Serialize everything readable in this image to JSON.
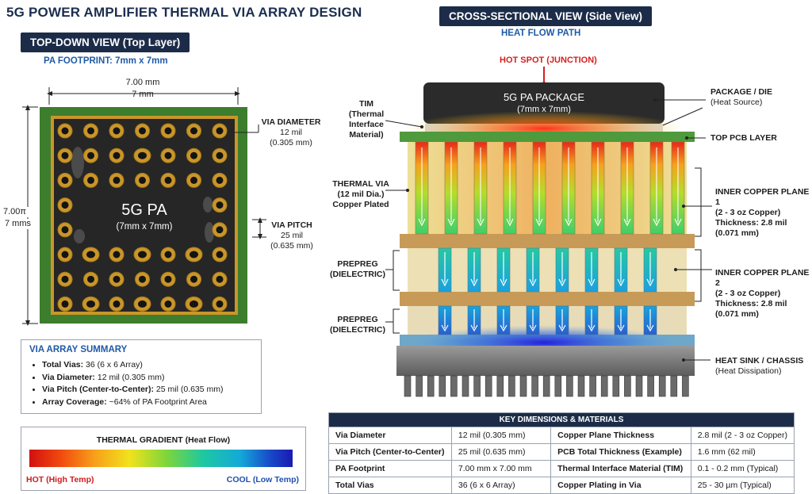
{
  "title": "5G POWER AMPLIFIER THERMAL VIA ARRAY DESIGN",
  "top_view": {
    "header": "TOP-DOWN VIEW (Top Layer)",
    "footprint": "PA FOOTPRINT: 7mm x 7mm",
    "dim_width_1": "7.00 mm",
    "dim_width_2": "7 mm",
    "dim_height_1": "7.00π",
    "dim_height_2": "7 mms",
    "pa_label": "5G PA",
    "pa_size": "(7mm x 7mm)",
    "via_diameter": [
      "VIA DIAMETER",
      "12 mil",
      "(0.305 mm)"
    ],
    "via_pitch": [
      "VIA PITCH",
      "25 mil",
      "(0.635 mm)"
    ],
    "colors": {
      "pcb": "#3d7d2e",
      "copper": "#c9962a",
      "package": "#262626"
    }
  },
  "summary": {
    "title": "VIA ARRAY SUMMARY",
    "items": [
      {
        "key": "Total Vias:",
        "val": " 36 (6 x 6 Array)"
      },
      {
        "key": "Via Diameter:",
        "val": " 12 mil (0.305 mm)"
      },
      {
        "key": "Via Pitch (Center-to-Center):",
        "val": " 25 mil (0.635 mm)"
      },
      {
        "key": "Array Coverage:",
        "val": " ~64% of PA Footprint Area"
      }
    ]
  },
  "gradient": {
    "title": "THERMAL GRADIENT (Heat Flow)",
    "hot": "HOT (High Temp)",
    "cool": "COOL (Low Temp)"
  },
  "cross_view": {
    "header": "CROSS-SECTIONAL VIEW (Side View)",
    "subheader": "HEAT FLOW PATH",
    "hotspot": "HOT SPOT (JUNCTION)",
    "package_label": "5G PA PACKAGE",
    "package_size": "(7mm x 7mm)",
    "labels": {
      "tim": [
        "TIM",
        "(Thermal",
        "Interface",
        "Material)"
      ],
      "thermal_via": [
        "THERMAL VIA",
        "(12 mil Dia.)",
        "Copper Plated"
      ],
      "prepreg1": [
        "PREPREG",
        "(DIELECTRIC)"
      ],
      "prepreg2": [
        "PREPREG",
        "(DIELECTRIC)"
      ],
      "package_die": [
        "PACKAGE / DIE",
        "(Heat Source)"
      ],
      "top_pcb": [
        "TOP PCB LAYER"
      ],
      "inner1": [
        "INNER COPPER PLANE 1",
        "(2 - 3 oz Copper)",
        "Thickness: 2.8 mil",
        "(0.071 mm)"
      ],
      "inner2": [
        "INNER COPPER PLANE 2",
        "(2 - 3 oz Copper)",
        "Thickness: 2.8 mil",
        "(0.071 mm)"
      ],
      "heatsink": [
        "HEAT SINK / CHASSIS",
        "(Heat Dissipation)"
      ]
    },
    "colors": {
      "hot": "#e8271a",
      "warm": "#f5d21e",
      "mid": "#5fd247",
      "cool": "#1aa0e0",
      "cold": "#2430c8",
      "copper_plane": "#c79a57",
      "prepreg": "#ece0b4"
    }
  },
  "key_table": {
    "title": "KEY DIMENSIONS & MATERIALS",
    "rows": [
      [
        "Via Diameter",
        "12 mil (0.305 mm)",
        "Copper Plane Thickness",
        "2.8 mil (2 - 3 oz Copper)"
      ],
      [
        "Via Pitch (Center-to-Center)",
        "25 mil (0.635 mm)",
        "PCB Total Thickness (Example)",
        "1.6 mm (62 mil)"
      ],
      [
        "PA Footprint",
        "7.00 mm x 7.00 mm",
        "Thermal Interface Material (TIM)",
        "0.1 - 0.2 mm (Typical)"
      ],
      [
        "Total Vias",
        "36 (6 x 6 Array)",
        "Copper Plating in Via",
        "25 - 30 µm (Typical)"
      ]
    ]
  }
}
